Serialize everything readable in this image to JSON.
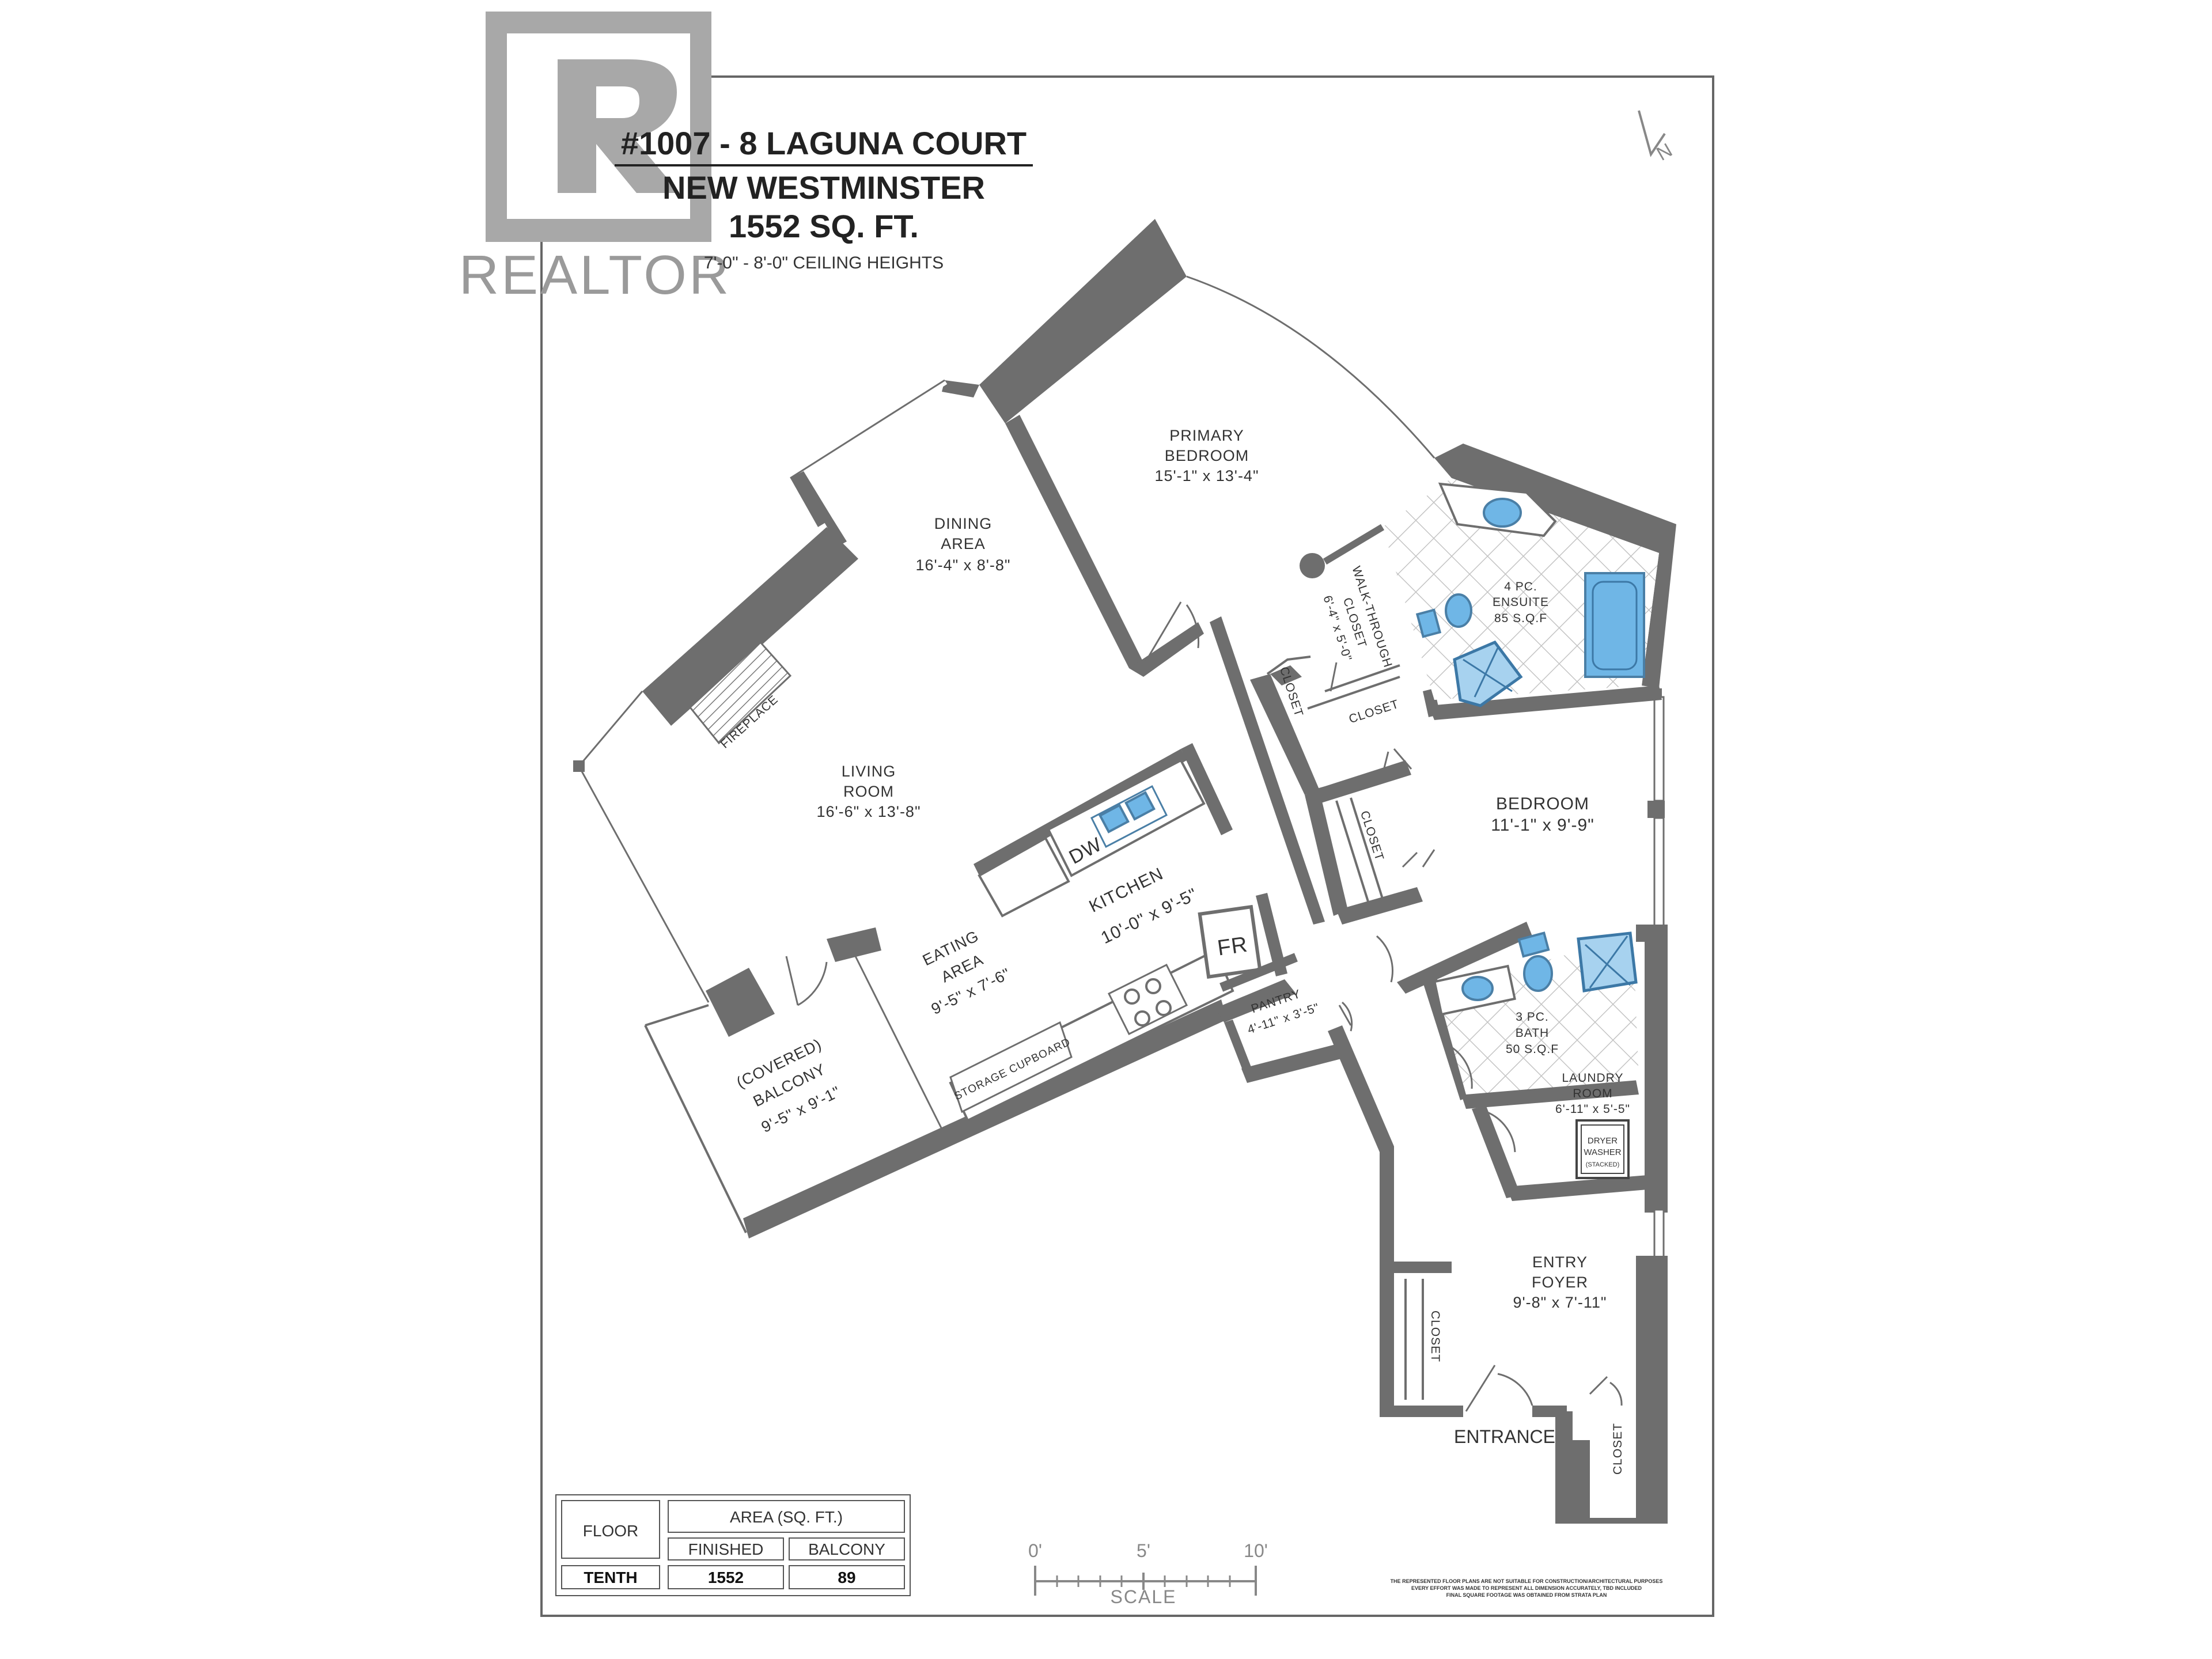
{
  "header": {
    "address": "#1007 - 8 LAGUNA COURT",
    "city": "NEW WESTMINSTER",
    "area": "1552 SQ. FT.",
    "ceiling": "7'-0\" - 8'-0\" CEILING HEIGHTS"
  },
  "watermark": {
    "text": "REALTOR",
    "color": "#9a9a9a"
  },
  "compass": {
    "label": "N"
  },
  "rooms": {
    "primary_bedroom": {
      "name1": "PRIMARY",
      "name2": "BEDROOM",
      "size": "15'-1\" x 13'-4\""
    },
    "dining": {
      "name1": "DINING",
      "name2": "AREA",
      "size": "16'-4\" x 8'-8\""
    },
    "living": {
      "name1": "LIVING",
      "name2": "ROOM",
      "size": "16'-6\" x 13'-8\""
    },
    "kitchen": {
      "name": "KITCHEN",
      "size": "10'-0\" x 9'-5\""
    },
    "eating": {
      "name1": "EATING",
      "name2": "AREA",
      "size": "9'-5\" x 7'-6\""
    },
    "balcony": {
      "name1": "(COVERED)",
      "name2": "BALCONY",
      "size": "9'-5\" x 9'-1\""
    },
    "walk_closet": {
      "name1": "WALK-THROUGH",
      "name2": "CLOSET",
      "size": "6'-4\" x 5'-0\""
    },
    "ensuite": {
      "name1": "4 PC.",
      "name2": "ENSUITE",
      "size": "85 S.Q.F"
    },
    "bedroom": {
      "name": "BEDROOM",
      "size": "11'-1\" x 9'-9\""
    },
    "bath": {
      "name1": "3 PC.",
      "name2": "BATH",
      "size": "50 S.Q.F"
    },
    "laundry": {
      "name1": "LAUNDRY",
      "name2": "ROOM",
      "size": "6'-11\" x 5'-5\""
    },
    "pantry": {
      "name": "PANTRY",
      "size": "4'-11\" x 3'-5\""
    },
    "foyer": {
      "name1": "ENTRY",
      "name2": "FOYER",
      "size": "9'-8\" x 7'-11\""
    }
  },
  "labels": {
    "fireplace": "FIREPLACE",
    "closet": "CLOSET",
    "dw": "DW",
    "fr": "FR",
    "storage": "STORAGE CUPBOARD",
    "entrance": "ENTRANCE",
    "dryer": "DRYER",
    "washer": "WASHER",
    "stacked": "(STACKED)"
  },
  "table": {
    "floor_header": "FLOOR",
    "area_header": "AREA (SQ. FT.)",
    "finished_header": "FINISHED",
    "balcony_header": "BALCONY",
    "floor": "TENTH",
    "finished": "1552",
    "balcony": "89"
  },
  "scale": {
    "t0": "0'",
    "t5": "5'",
    "t10": "10'",
    "label": "SCALE"
  },
  "disclaimer": {
    "line1": "THE REPRESENTED FLOOR PLANS ARE NOT SUITABLE FOR CONSTRUCTION/ARCHITECTURAL PURPOSES",
    "line2": "EVERY EFFORT WAS MADE TO REPRESENT ALL DIMENSION ACCURATELY, TBD INCLUDED",
    "line3": "FINAL SQUARE FOOTAGE WAS OBTAINED FROM STRATA PLAN"
  }
}
